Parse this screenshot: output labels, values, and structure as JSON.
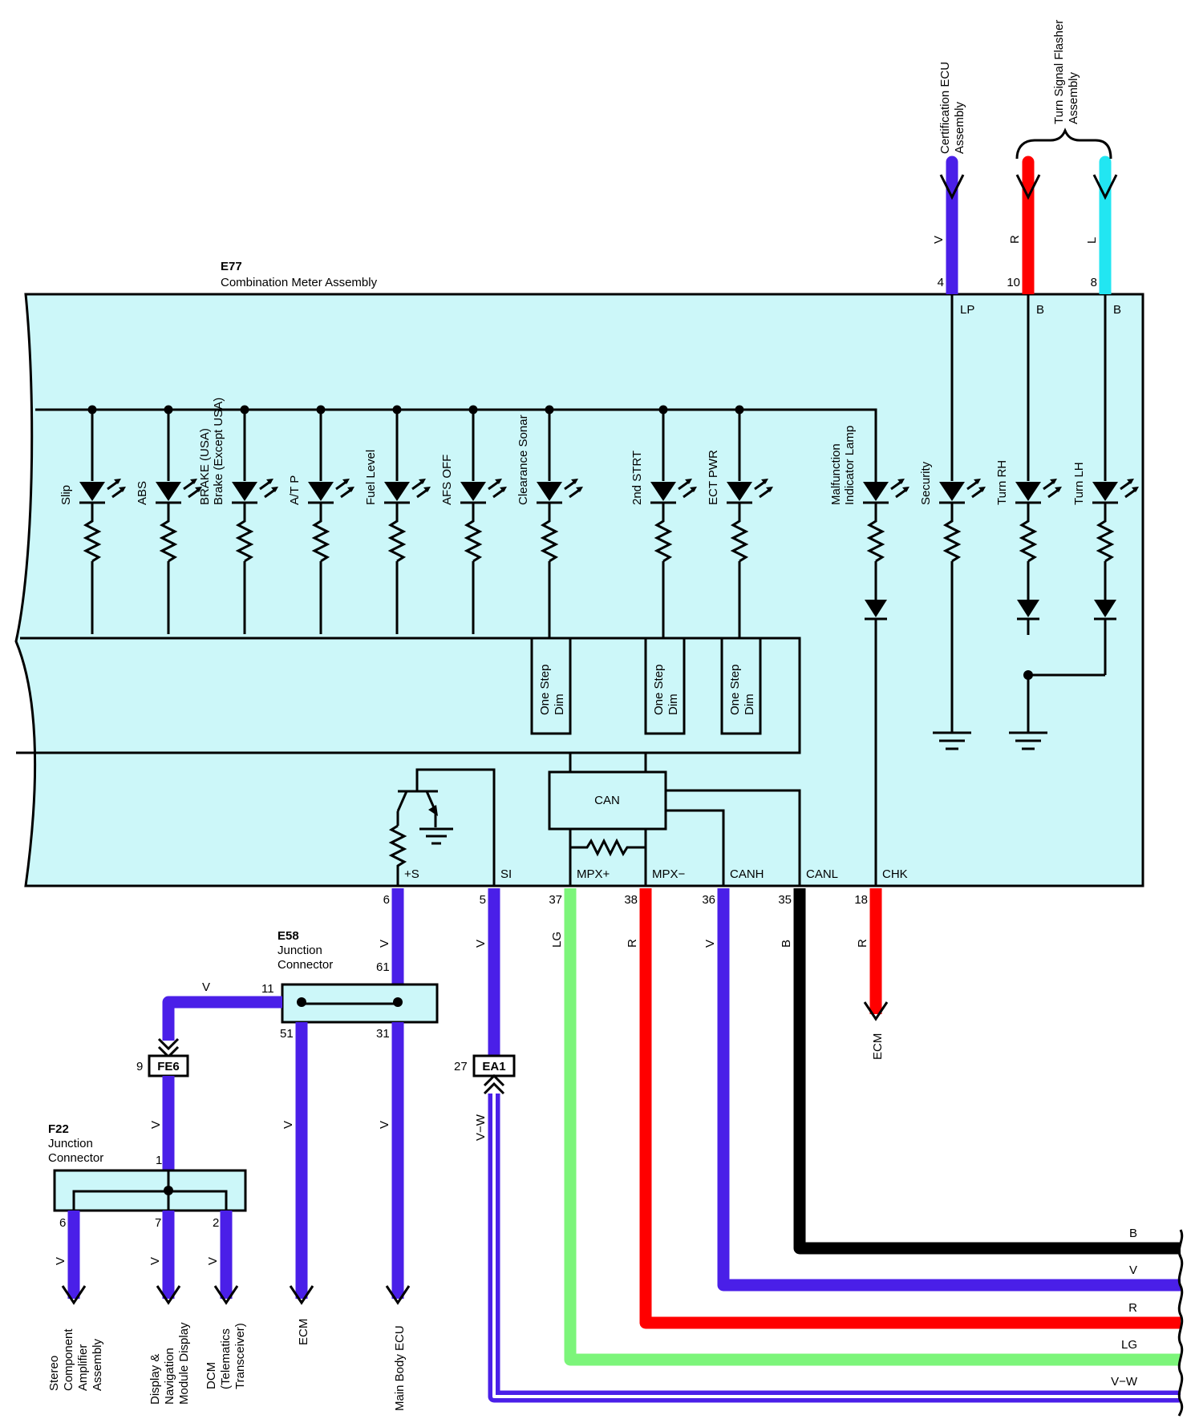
{
  "components": {
    "meter": {
      "id": "E77",
      "name": "Combination Meter Assembly"
    },
    "e58": {
      "id": "E58",
      "name": "Junction Connector"
    },
    "f22": {
      "id": "F22",
      "name": "Junction Connector"
    },
    "fe6": "FE6",
    "ea1": "EA1",
    "can": "CAN"
  },
  "top_destinations": {
    "cert_ecu": [
      "Certification ECU",
      "Assembly"
    ],
    "turn_flasher": [
      "Turn Signal Flasher",
      "Assembly"
    ]
  },
  "top_wires": [
    {
      "pin": "4",
      "color_code": "V",
      "terminal": "LP",
      "hex": "#4a1fe8"
    },
    {
      "pin": "10",
      "color_code": "R",
      "terminal": "B",
      "hex": "#ff0000"
    },
    {
      "pin": "8",
      "color_code": "L",
      "terminal": "B",
      "hex": "#22e6f2"
    }
  ],
  "indicators": [
    {
      "label": [
        "Slip"
      ]
    },
    {
      "label": [
        "ABS"
      ]
    },
    {
      "label": [
        "BRAKE (USA)",
        "Brake (Except USA)"
      ]
    },
    {
      "label": [
        "A/T P"
      ]
    },
    {
      "label": [
        "Fuel Level"
      ]
    },
    {
      "label": [
        "AFS OFF"
      ]
    },
    {
      "label": [
        "Clearance Sonar"
      ]
    },
    {
      "label": [
        "2nd STRT"
      ]
    },
    {
      "label": [
        "ECT PWR"
      ]
    },
    {
      "label": [
        "Malfunction",
        "Indicator Lamp"
      ]
    },
    {
      "label": [
        "Security"
      ]
    },
    {
      "label": [
        "Turn RH"
      ]
    },
    {
      "label": [
        "Turn LH"
      ]
    }
  ],
  "dim_blocks": [
    {
      "label": [
        "One Step",
        "Dim"
      ]
    },
    {
      "label": [
        "One Step",
        "Dim"
      ]
    },
    {
      "label": [
        "One Step",
        "Dim"
      ]
    }
  ],
  "bottom_terminals": [
    {
      "terminal": "+S",
      "pin": "6",
      "color_code": "V"
    },
    {
      "terminal": "SI",
      "pin": "5",
      "color_code": "V"
    },
    {
      "terminal": "MPX+",
      "pin": "37",
      "color_code": "LG"
    },
    {
      "terminal": "MPX−",
      "pin": "38",
      "color_code": "R"
    },
    {
      "terminal": "CANH",
      "pin": "36",
      "color_code": "V"
    },
    {
      "terminal": "CANL",
      "pin": "35",
      "color_code": "B"
    },
    {
      "terminal": "CHK",
      "pin": "18",
      "color_code": "R"
    }
  ],
  "e58_pins": {
    "p11": "11",
    "p61": "61",
    "p51": "51",
    "p31": "31"
  },
  "f22_pins": {
    "p1": "1",
    "p6": "6",
    "p7": "7",
    "p2": "2"
  },
  "fe6_pin": "9",
  "ea1_pin": "27",
  "wire_codes": {
    "e58_to_fe6": "V",
    "fe6_to_f22": "V",
    "e58_51": "V",
    "e58_31": "V",
    "ea1_down": "V−W",
    "f22_6": "V",
    "f22_7": "V",
    "f22_2": "V"
  },
  "destinations": {
    "chk_ecm": "ECM",
    "stereo": [
      "Stereo",
      "Component",
      "Amplifier",
      "Assembly"
    ],
    "display": [
      "Display &",
      "Navigation",
      "Module Display"
    ],
    "dcm": [
      "DCM",
      "(Telematics",
      "Transceiver)"
    ],
    "ecm": "ECM",
    "main_body": "Main Body ECU"
  },
  "right_bus": [
    {
      "label": "B",
      "hex": "#000000"
    },
    {
      "label": "V",
      "hex": "#4a1fe8"
    },
    {
      "label": "R",
      "hex": "#ff0000"
    },
    {
      "label": "LG",
      "hex": "#7cf57a"
    },
    {
      "label": "V−W",
      "hex": "#4a1fe8"
    }
  ],
  "colors": {
    "panel": "#ccf7f9",
    "violet": "#4a1fe8",
    "red": "#ff0000",
    "light_blue": "#22e6f2",
    "light_green": "#7cf57a",
    "black": "#000000"
  }
}
